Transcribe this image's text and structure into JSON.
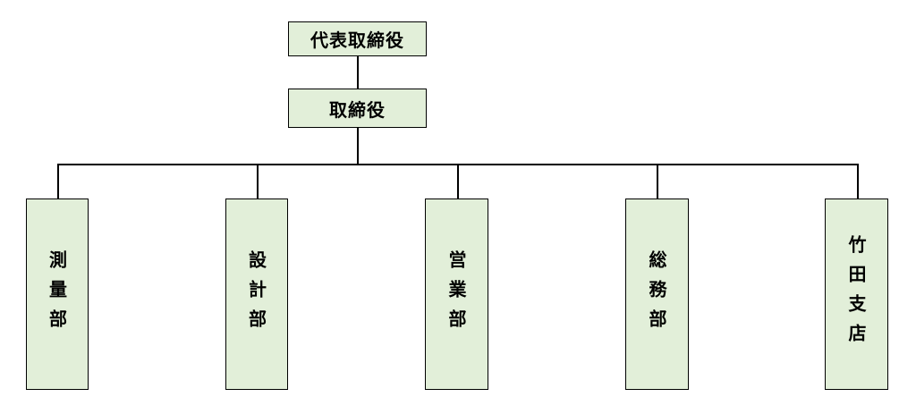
{
  "root": {
    "label": "代表取締役"
  },
  "second": {
    "label": "取締役"
  },
  "departments": [
    {
      "label": "測量部"
    },
    {
      "label": "設計部"
    },
    {
      "label": "営業部"
    },
    {
      "label": "総務部"
    },
    {
      "label": "竹田支店"
    }
  ],
  "colors": {
    "box_fill": "#e2efd9",
    "line": "#000000"
  }
}
